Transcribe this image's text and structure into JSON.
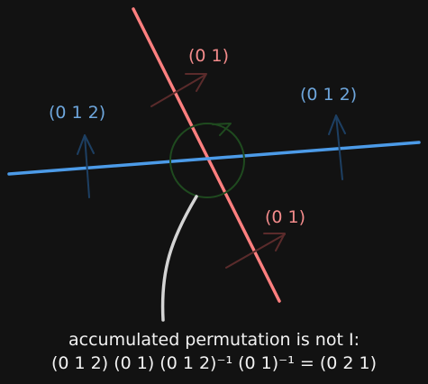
{
  "labels": {
    "red_top": "(0 1)",
    "red_bottom": "(0 1)",
    "blue_left": "(0 1 2)",
    "blue_right": "(0 1 2)"
  },
  "caption": {
    "line1": "accumulated permutation is not I:",
    "line2": "(0 1 2) (0 1) (0 1 2)⁻¹ (0 1)⁻¹ = (0 2 1)"
  },
  "colors": {
    "background": "#121212",
    "red_line": "#ff7f7f",
    "red_arrow": "#5a2b2b",
    "blue_line": "#4c9be8",
    "blue_arrow": "#1d3f62",
    "green_loop": "#1f4a1f",
    "pointer": "#d4d4d4",
    "red_label": "#f38b8b",
    "blue_label": "#6ea6dc",
    "caption_text": "#f2f2f2"
  },
  "icons": {
    "loop": "circular-arrow-icon",
    "pointer": "curved-pointer-line"
  }
}
